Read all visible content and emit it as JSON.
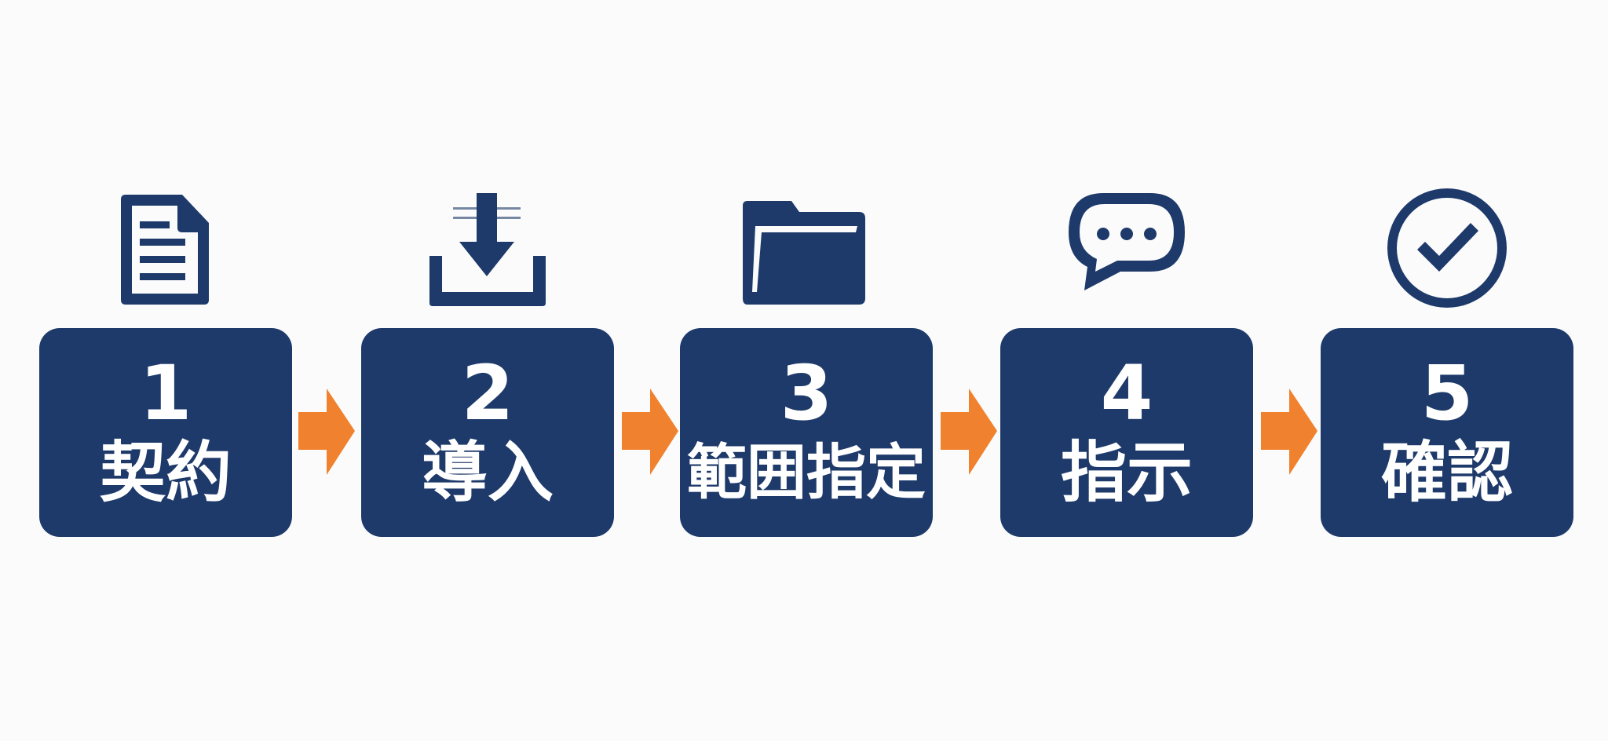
{
  "colors": {
    "box": "#1e3a6b",
    "arrow": "#f0822f",
    "text": "#ffffff",
    "background": "#fbfbfb"
  },
  "steps": [
    {
      "number": "1",
      "label": "契約",
      "icon": "document-icon"
    },
    {
      "number": "2",
      "label": "導入",
      "icon": "download-icon"
    },
    {
      "number": "3",
      "label": "範囲指定",
      "icon": "folder-icon"
    },
    {
      "number": "4",
      "label": "指示",
      "icon": "chat-bubble-icon"
    },
    {
      "number": "5",
      "label": "確認",
      "icon": "check-circle-icon"
    }
  ]
}
